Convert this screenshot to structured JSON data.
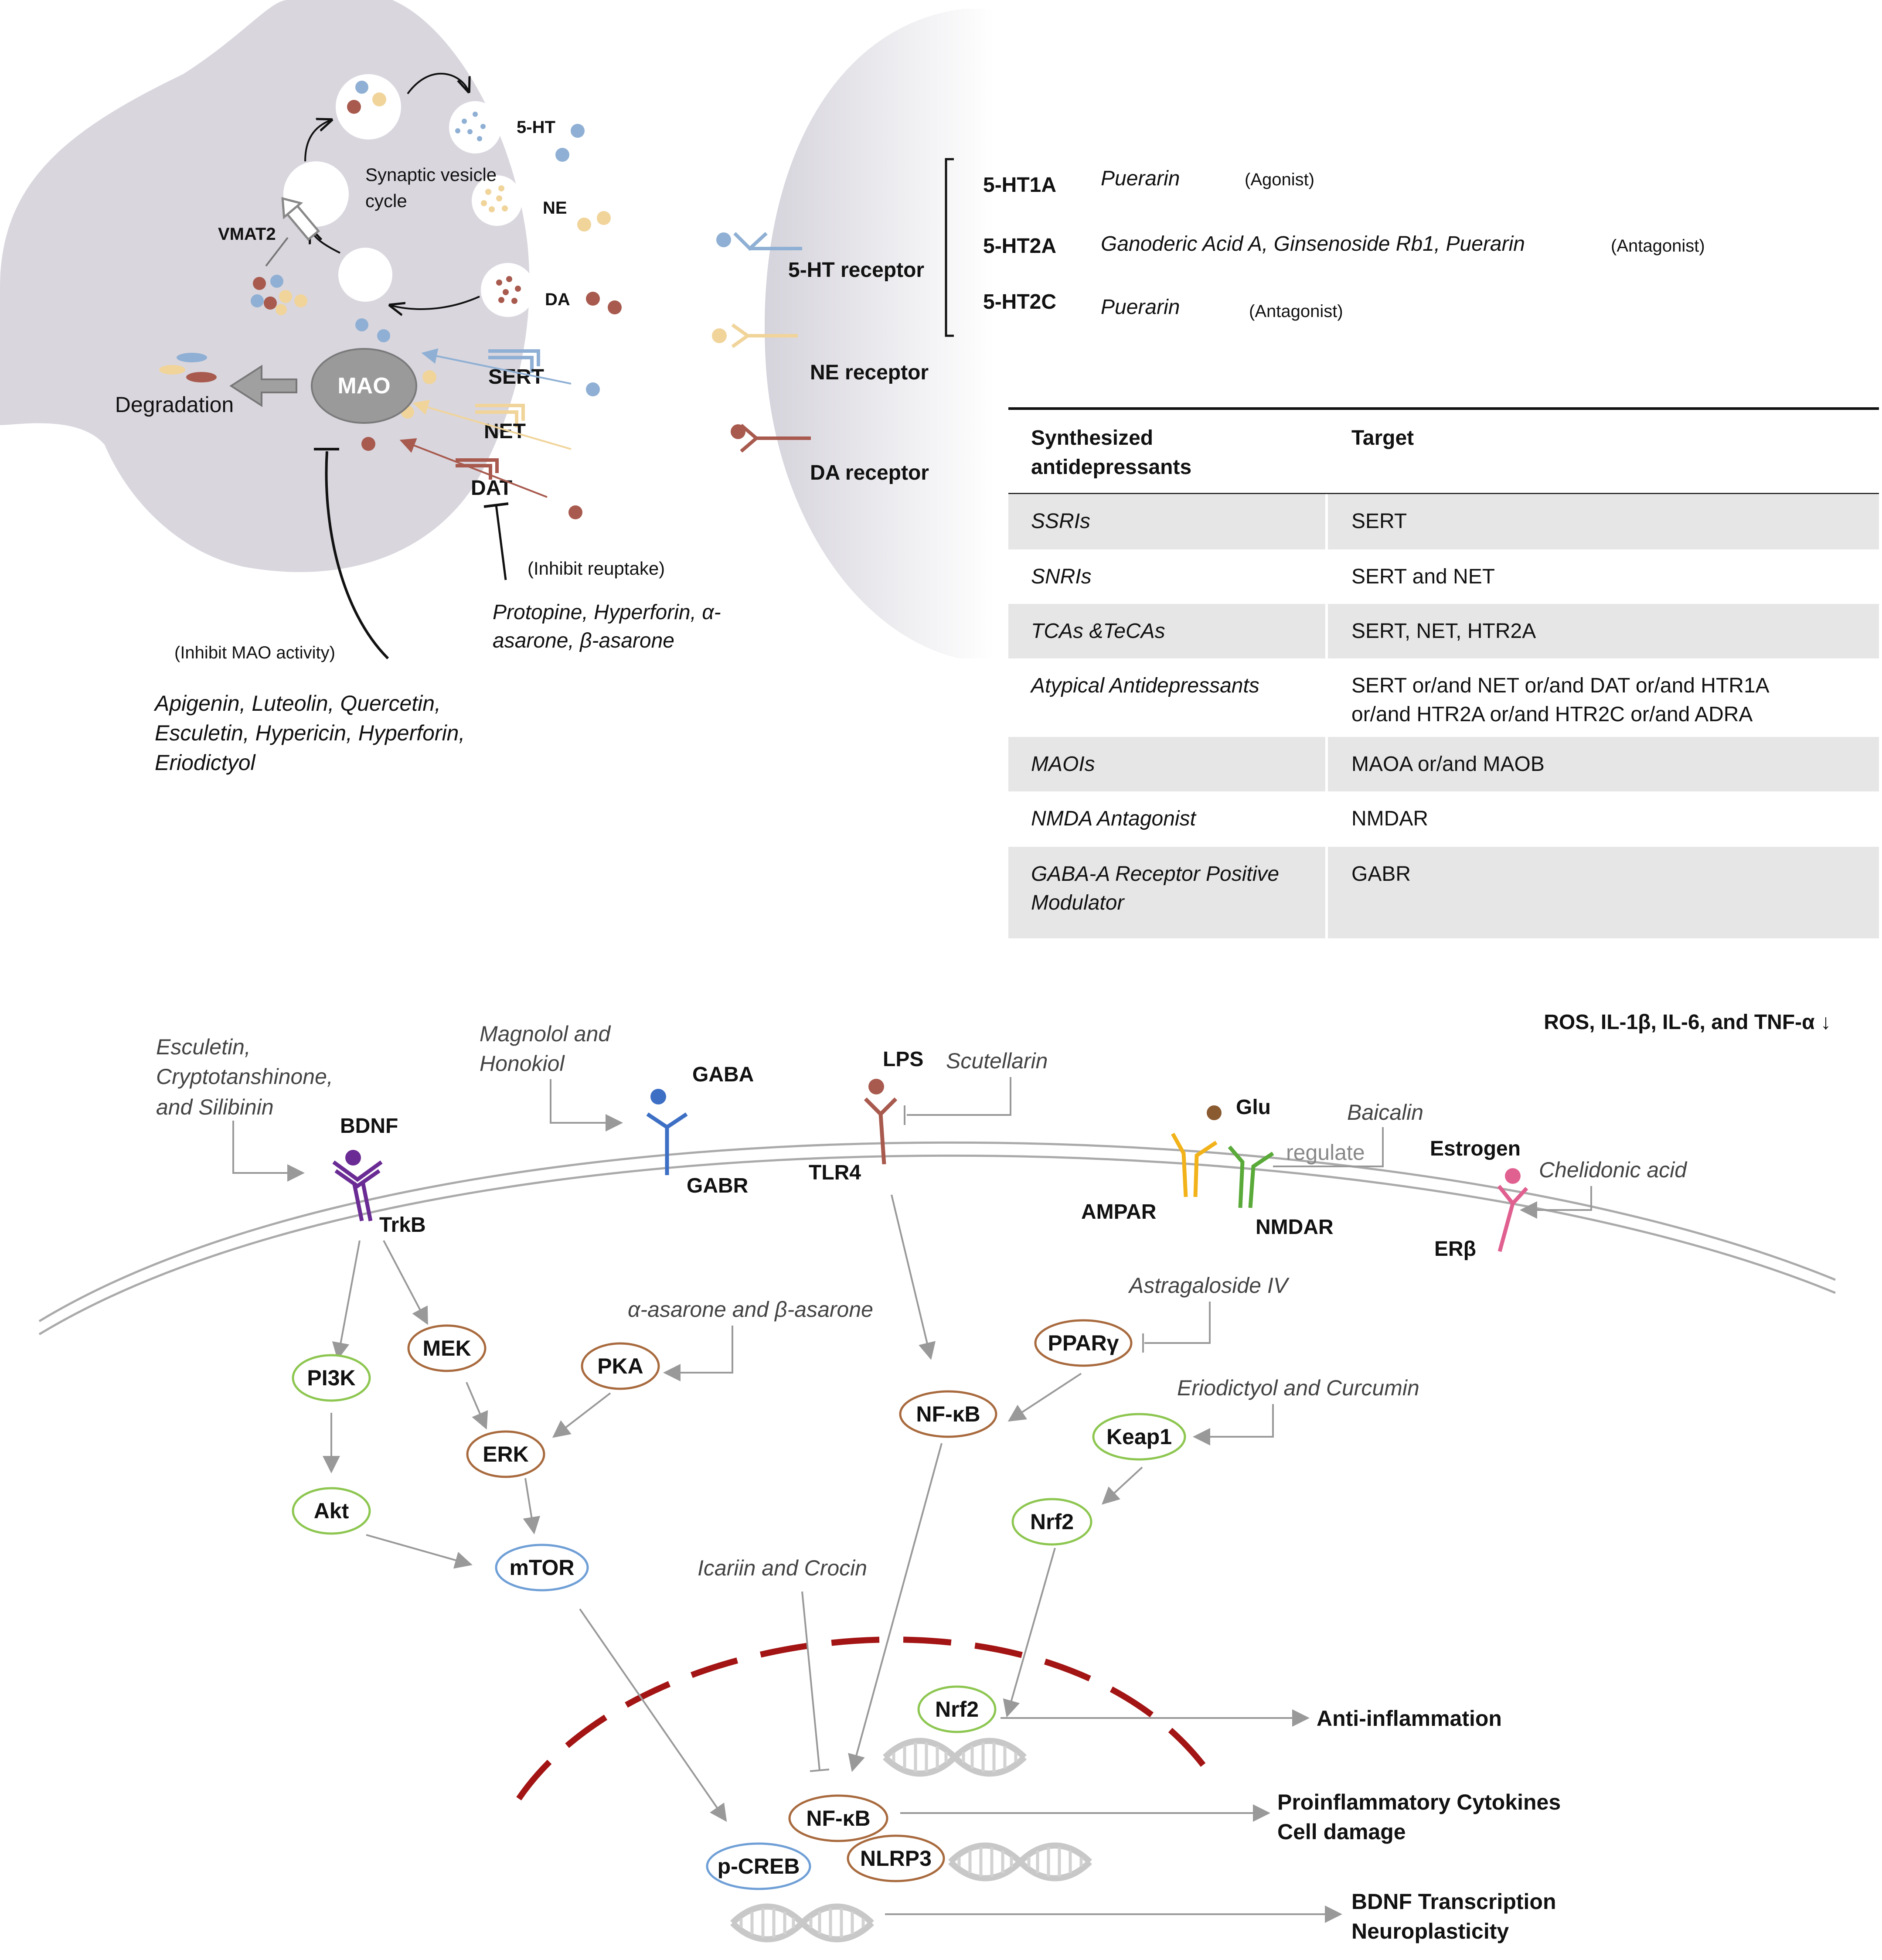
{
  "colors": {
    "neuron_fill": "#d9d6de",
    "serotonin": "#8fb0d4",
    "norepinephrine": "#f0d49a",
    "dopamine": "#a85a4e",
    "green": "#8dc650",
    "brown": "#a86a3e",
    "blue": "#6f9fd6",
    "nucleus": "#a31414",
    "arrow": "#999999",
    "table_shade": "#e6e6e6"
  },
  "presynaptic": {
    "label_5ht": "5-HT",
    "label_ne": "NE",
    "label_da": "DA",
    "vesicle_cycle": [
      "Synaptic vesicle",
      "cycle"
    ],
    "vmat2": "VMAT2",
    "mao": "MAO",
    "degradation": "Degradation",
    "sert": "SERT",
    "net": "NET",
    "dat": "DAT",
    "inhibit_reuptake": "(Inhibit reuptake)",
    "reuptake_inhibitors": [
      "Protopine, Hyperforin, α-",
      "asarone, β-asarone"
    ],
    "inhibit_mao": "(Inhibit MAO activity)",
    "mao_inhibitors": [
      "Apigenin, Luteolin, Quercetin,",
      "Esculetin, Hypericin, Hyperforin,",
      "Eriodictyol"
    ]
  },
  "receptors": {
    "ht_receptor": "5-HT receptor",
    "ne_receptor": "NE receptor",
    "da_receptor": "DA receptor",
    "subtypes": [
      {
        "name": "5-HT1A",
        "compound": "Puerarin",
        "role": "(Agonist)"
      },
      {
        "name": "5-HT2A",
        "compound": "Ganoderic Acid A, Ginsenoside Rb1, Puerarin",
        "role": "(Antagonist)"
      },
      {
        "name": "5-HT2C",
        "compound": "Puerarin",
        "role": "(Antagonist)"
      }
    ]
  },
  "table": {
    "header": {
      "col1": [
        "Synthesized",
        "antidepressants"
      ],
      "col2": "Target"
    },
    "rows": [
      {
        "drug": [
          "SSRIs"
        ],
        "target": [
          "SERT"
        ]
      },
      {
        "drug": [
          "SNRIs"
        ],
        "target": [
          "SERT and NET"
        ]
      },
      {
        "drug": [
          "TCAs &TeCAs"
        ],
        "target": [
          "SERT, NET, HTR2A"
        ]
      },
      {
        "drug": [
          "Atypical Antidepressants"
        ],
        "target": [
          "SERT or/and NET or/and DAT or/and HTR1A",
          "or/and HTR2A or/and HTR2C or/and ADRA"
        ]
      },
      {
        "drug": [
          "MAOIs"
        ],
        "target": [
          "MAOA or/and MAOB"
        ]
      },
      {
        "drug": [
          "NMDA Antagonist"
        ],
        "target": [
          "NMDAR"
        ]
      },
      {
        "drug": [
          "GABA-A Receptor Positive",
          "Modulator"
        ],
        "target": [
          "GABR"
        ]
      }
    ]
  },
  "pathway": {
    "ros_note": "ROS, IL-1β, IL-6, and TNF-α ↓",
    "bdnf_drugs": [
      "Esculetin,",
      "Cryptotanshinone,",
      "and Silibinin"
    ],
    "bdnf": "BDNF",
    "trkb": "TrkB",
    "gaba_drugs": [
      "Magnolol and",
      "Honokiol"
    ],
    "gaba": "GABA",
    "gabr": "GABR",
    "lps": "LPS",
    "scutellarin": "Scutellarin",
    "tlr4": "TLR4",
    "glu": "Glu",
    "baicalin": "Baicalin",
    "regulate": "regulate",
    "ampar": "AMPAR",
    "nmdar": "NMDAR",
    "estrogen": "Estrogen",
    "chelidonic": "Chelidonic acid",
    "erb": "ERβ",
    "asarone": "α-asarone and β-asarone",
    "astragaloside": "Astragaloside IV",
    "eriodictyol": "Eriodictyol and Curcumin",
    "icariin": "Icariin and Crocin",
    "nodes": {
      "pi3k": "PI3K",
      "mek": "MEK",
      "pka": "PKA",
      "erk": "ERK",
      "akt": "Akt",
      "mtor": "mTOR",
      "pparg": "PPARγ",
      "nfkb": "NF-κB",
      "keap1": "Keap1",
      "nrf2": "Nrf2",
      "nrf2_nuc": "Nrf2",
      "nfkb_nuc": "NF-κB",
      "nlrp3": "NLRP3",
      "pcreb": "p-CREB"
    },
    "anti_inflammation": "Anti-inflammation",
    "proinflammatory": [
      "Proinflammatory Cytokines",
      "Cell damage"
    ],
    "bdnf_transcription": [
      "BDNF Transcription",
      "Neuroplasticity"
    ]
  }
}
